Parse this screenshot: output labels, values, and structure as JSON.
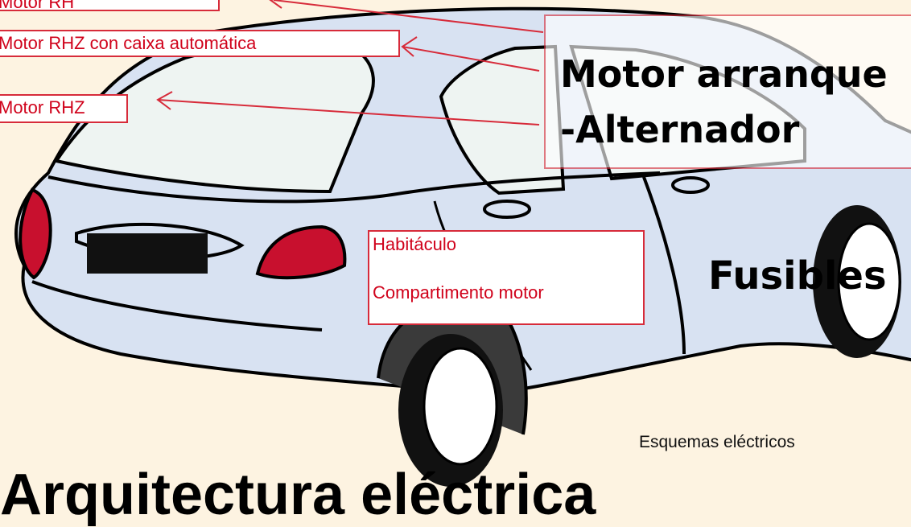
{
  "labels": {
    "motor_rh": "Motor RH",
    "motor_rhz_auto": "Motor RHZ con caixa automática",
    "motor_rhz": "Motor RHZ",
    "habitaculo": "Habitáculo",
    "compartimento_motor": "Compartimento motor",
    "arranque_line1": "Motor arranque",
    "arranque_line2": "-Alternador",
    "fusibles": "Fusibles",
    "esquemas": "Esquemas eléctricos",
    "title": "Arquitectura eléctrica"
  },
  "colors": {
    "background": "#fdf3e1",
    "car_body": "#d8e2f2",
    "lights": "#c8102e",
    "label_border": "#d72b3a",
    "label_text": "#d0021b"
  }
}
